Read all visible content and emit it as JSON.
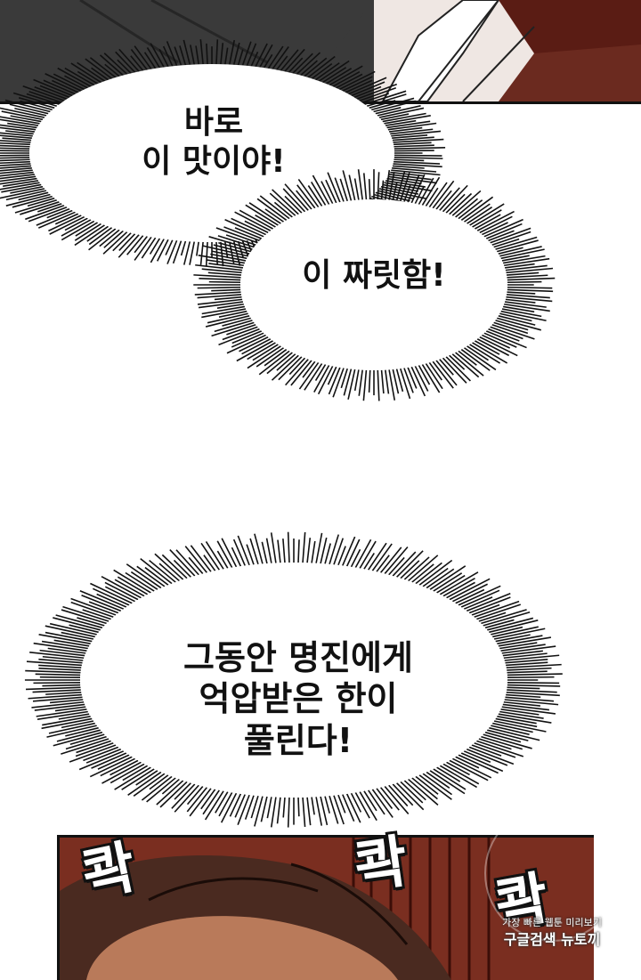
{
  "bubbles": {
    "first": {
      "line1": "바로",
      "line2": "이 맛이야!"
    },
    "second": {
      "line1": "이 짜릿함!"
    },
    "third": {
      "line1": "그동안 명진에게",
      "line2": "억압받은 한이",
      "line3": "풀린다!"
    }
  },
  "sound_effects": {
    "first": "콱",
    "second": "콱",
    "third": "콱"
  },
  "watermark": {
    "line1": "가장 빠른 웹툰 미리보기",
    "line2": "구글검색 뉴토끼"
  },
  "colors": {
    "panel_dark": "#3a3a3a",
    "panel_red": "#7a2e20",
    "ink": "#111111"
  }
}
